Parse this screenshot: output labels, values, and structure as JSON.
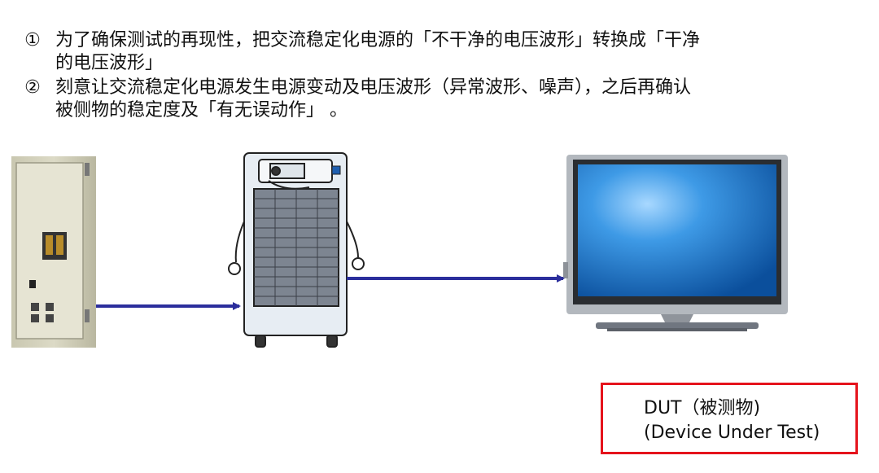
{
  "bullets": [
    {
      "marker": "①",
      "lines": [
        "为了确保测试的再现性，把交流稳定化电源的「不干净的电压波形」转换成「干净",
        "的电压波形」"
      ]
    },
    {
      "marker": "②",
      "lines": [
        "刻意让交流稳定化电源发生电源变动及电压波形（异常波形、噪声），之后再确认",
        "被侧物的稳定度及「有无误动作」 。"
      ]
    }
  ],
  "dut": {
    "line1": "DUT（被测物)",
    "line2": "(Device Under Test)"
  },
  "colors": {
    "arrow": "#2b2e9c",
    "dut_border": "#e5131c",
    "screen": "#1f7fd0"
  },
  "icons": [
    "distribution-panel-icon",
    "ac-power-supply-icon",
    "tv-monitor-icon"
  ]
}
